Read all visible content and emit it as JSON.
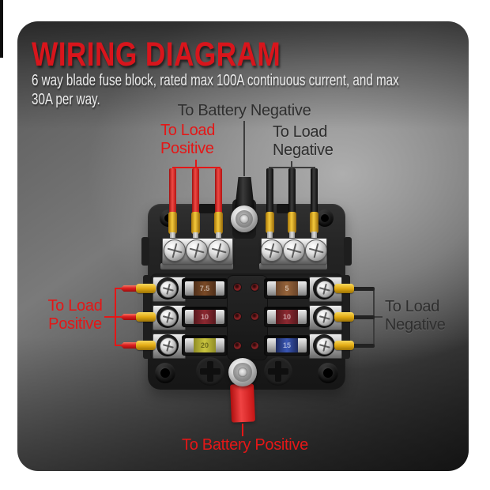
{
  "header": {
    "title": "WIRING DIAGRAM",
    "subtitle_lines": [
      "6 way blade fuse block, rated max 100A continuous current, and max",
      "30A per way."
    ]
  },
  "labels": {
    "battery_negative": "To Battery Negative",
    "battery_positive": "To Battery Positive",
    "load_positive_top": [
      "To Load",
      "Positive"
    ],
    "load_negative_top": [
      "To Load",
      "Negative"
    ],
    "load_positive_side": [
      "To Load",
      "Positive"
    ],
    "load_negative_side": [
      "To Load",
      "Negative"
    ]
  },
  "fuse_block": {
    "fuses_left": [
      {
        "color": "brown",
        "rating": "7.5"
      },
      {
        "color": "red",
        "rating": "10"
      },
      {
        "color": "yellow",
        "rating": "20"
      }
    ],
    "fuses_right": [
      {
        "color": "tan",
        "rating": "5"
      },
      {
        "color": "red",
        "rating": "10"
      },
      {
        "color": "blue",
        "rating": "15"
      }
    ]
  },
  "colors": {
    "title_red": "#d8151c",
    "label_red": "#e41717",
    "label_dark": "#2e2e2e",
    "wire_red": "#e03030",
    "wire_black": "#1a1a1a",
    "ferrule_yellow": "#eebe2a"
  }
}
